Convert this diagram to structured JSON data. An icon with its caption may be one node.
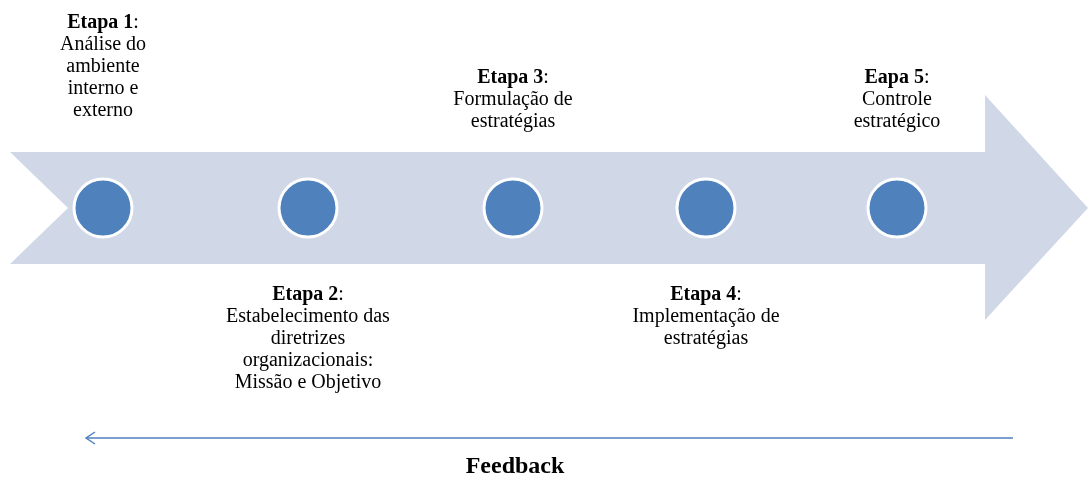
{
  "diagram": {
    "nodes": [
      {
        "text": [],
        "shape": "circle",
        "beside": [
          "**Etapa 1**:",
          "Análise do ambiente interno e externo"
        ]
      },
      {
        "text": [],
        "shape": "circle",
        "beside": [
          "**Etapa 2**:",
          "Estabelecimento das diretrizes organizacionais: Missão e Objetivo"
        ]
      },
      {
        "text": [],
        "shape": "circle",
        "beside": [
          "**Etapa 3**:",
          "Formulação de estratégias"
        ]
      },
      {
        "text": [],
        "shape": "circle",
        "beside": [
          "**Etapa 4**:",
          "Implementação de estratégias"
        ]
      },
      {
        "text": [],
        "shape": "circle",
        "beside": [
          "**Eapa 5**:",
          "Controle estratégico"
        ]
      }
    ],
    "edges": [],
    "labels": [
      "Feedback"
    ]
  }
}
